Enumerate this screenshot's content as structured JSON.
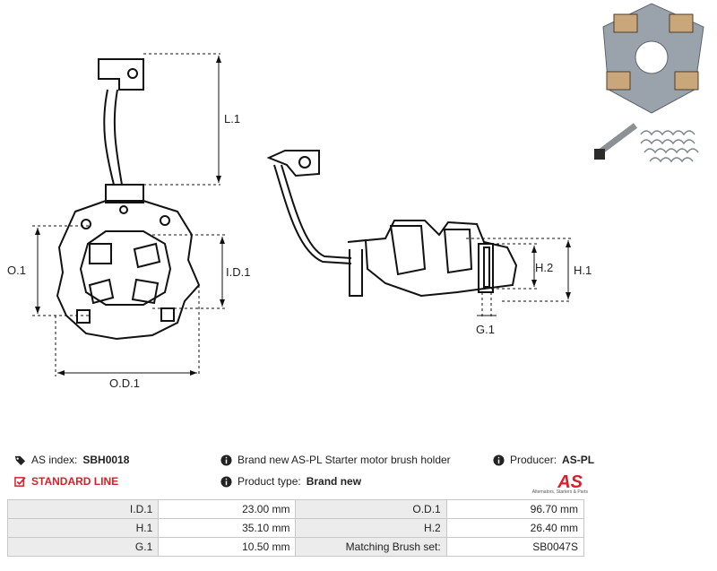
{
  "drawing": {
    "labels": {
      "l1": "L.1",
      "o1": "O.1",
      "id1": "I.D.1",
      "od1": "O.D.1",
      "h1": "H.1",
      "h2": "H.2",
      "g1": "G.1"
    }
  },
  "info": {
    "as_index_label": "AS index:",
    "as_index_value": "SBH0018",
    "description": "Brand new AS-PL Starter motor brush holder",
    "producer_label": "Producer:",
    "producer_value": "AS-PL",
    "line": "STANDARD LINE",
    "product_type_label": "Product type:",
    "product_type_value": "Brand new",
    "logo_text": "AS",
    "logo_sub": "Alternators, Starters & Parts"
  },
  "specs": [
    {
      "l1": "I.D.1",
      "v1": "23.00 mm",
      "l2": "O.D.1",
      "v2": "96.70 mm"
    },
    {
      "l1": "H.1",
      "v1": "35.10 mm",
      "l2": "H.2",
      "v2": "26.40 mm"
    },
    {
      "l1": "G.1",
      "v1": "10.50 mm",
      "l2": "Matching Brush set:",
      "v2": "SB0047S"
    }
  ],
  "colors": {
    "accent": "#d6202a",
    "label_bg": "#ececec",
    "border": "#c8c8c8"
  }
}
